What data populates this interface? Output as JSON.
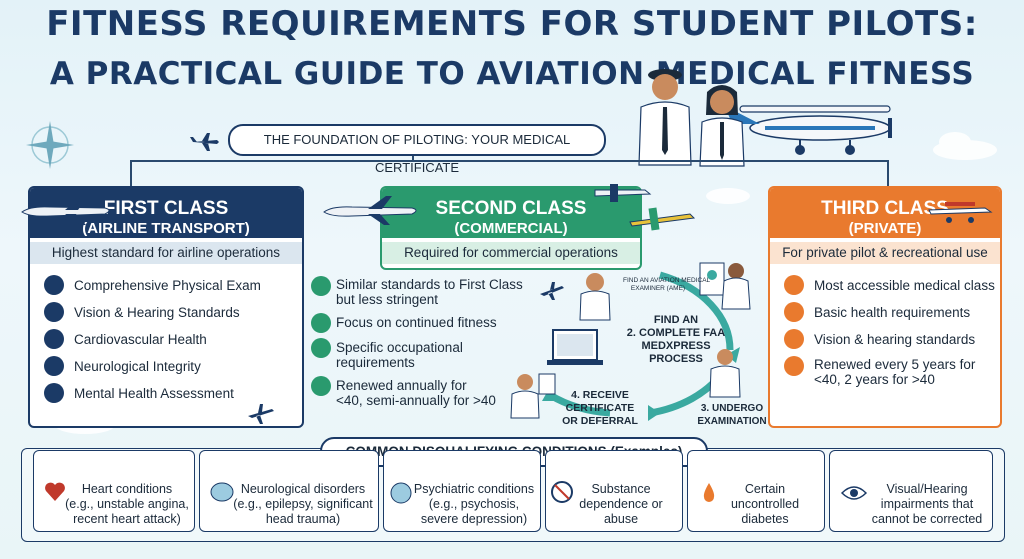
{
  "title": {
    "line1": "FITNESS REQUIREMENTS FOR STUDENT PILOTS:",
    "line2": "A PRACTICAL GUIDE TO AVIATION MEDICAL FITNESS"
  },
  "banner": "THE FOUNDATION OF PILOTING: YOUR MEDICAL CERTIFICATE",
  "colors": {
    "navy": "#1b3a66",
    "green": "#2a9a6e",
    "orange": "#e97a2e"
  },
  "first_class": {
    "title": "FIRST CLASS",
    "subtitle": "(AIRLINE TRANSPORT)",
    "summary": "Highest standard for airline operations",
    "items": [
      "Comprehensive Physical Exam",
      "Vision & Hearing Standards",
      "Cardiovascular Health",
      "Neurological Integrity",
      "Mental Health Assessment"
    ]
  },
  "second_class": {
    "title": "SECOND CLASS",
    "subtitle": "(COMMERCIAL)",
    "summary": "Required for commercial operations",
    "items": [
      "Similar standards to First Class\nbut less stringent",
      "Focus on continued fitness",
      "Specific occupational\nrequirements",
      "Renewed annually for\n<40, semi-annually for >40"
    ]
  },
  "third_class": {
    "title": "THIRD CLASS",
    "subtitle": "(PRIVATE)",
    "summary": "For private pilot & recreational use",
    "items": [
      "Most accessible medical class",
      "Basic health requirements",
      "Vision & hearing standards",
      "Renewed every 5 years for\n<40, 2 years for >40"
    ]
  },
  "process": {
    "step1": "FIND AN AVIATION MEDICAL\nEXAMINER (AME)",
    "step2": "FIND AN\n2. COMPLETE FAA\nMEDXPRESS\nPROCESS",
    "step3": "3. UNDERGO\nEXAMINATION",
    "step4": "4. RECEIVE\nCERTIFICATE\nOR DEFERRAL"
  },
  "disqualifying": {
    "title": "COMMON DISQUALIFYING CONDITIONS (Examples)",
    "items": [
      "Heart conditions\n(e.g., unstable angina,\nrecent heart attack)",
      "Neurological disorders\n(e.g., epilepsy, significant\nhead trauma)",
      "Psychiatric conditions\n(e.g., psychosis,\nsevere depression)",
      "Substance\ndependence or\nabuse",
      "Certain\nuncontrolled\ndiabetes",
      "Visual/Hearing\nimpairments that\ncannot be corrected"
    ]
  }
}
